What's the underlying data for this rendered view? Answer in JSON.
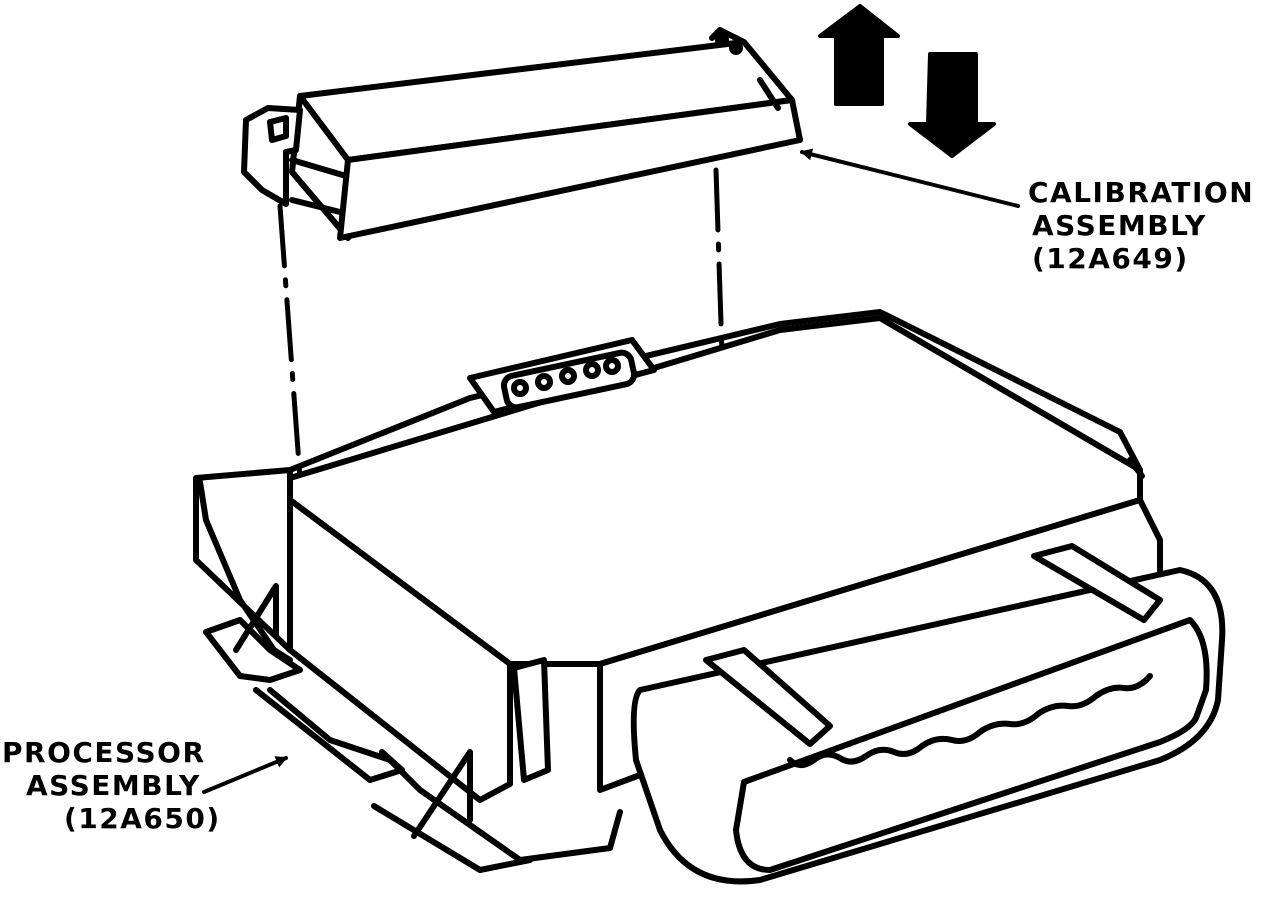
{
  "calibration_label": {
    "line1": "CALIBRATION",
    "line2": "ASSEMBLY",
    "line3": "(12A649)"
  },
  "processor_label": {
    "line1": "PROCESSOR",
    "line2": "ASSEMBLY",
    "line3": "(12A650)"
  },
  "colors": {
    "ink": "#000000",
    "paper": "#ffffff"
  }
}
